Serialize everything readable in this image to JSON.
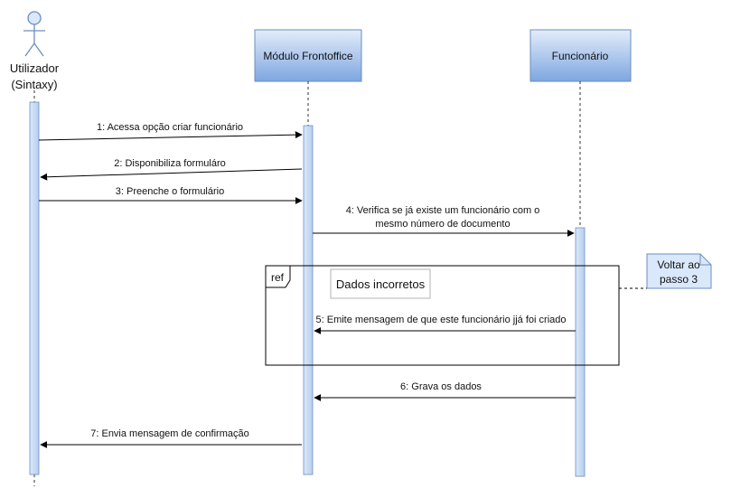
{
  "actor": {
    "name_line1": "Utilizador",
    "name_line2": "(Sintaxy)"
  },
  "participants": {
    "module": "Módulo Frontoffice",
    "employee": "Funcionário"
  },
  "messages": {
    "m1": "1: Acessa opção criar funcionário",
    "m2": "2: Disponibiliza formuláro",
    "m3": "3: Preenche o formulário",
    "m4_line1": "4: Verifica se já existe um funcionário com o",
    "m4_line2": "mesmo número de documento",
    "m5": "5: Emite mensagem de que este funcionário jjá foi criado",
    "m6": "6: Grava os dados",
    "m7": "7: Envia mensagem de confirmação"
  },
  "fragment": {
    "tag": "ref",
    "label": "Dados incorretos"
  },
  "note": {
    "line1": "Voltar ao",
    "line2": "passo 3"
  },
  "colors": {
    "lifeline_fill": "#dae8fc",
    "lifeline_stroke": "#6c8ebf",
    "note_fill": "#dae8fc"
  }
}
